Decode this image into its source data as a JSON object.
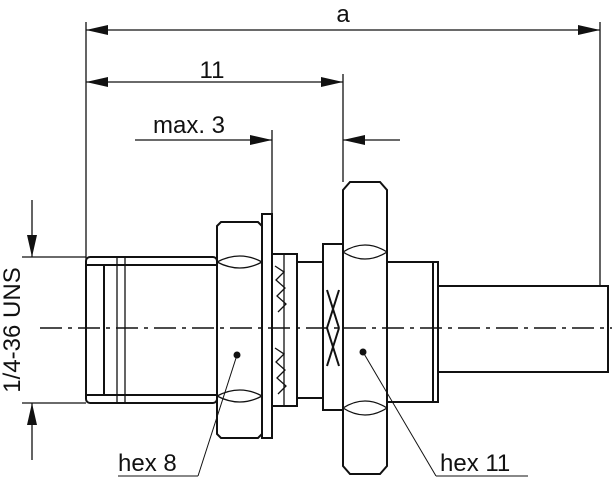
{
  "dimensions": {
    "overall_length": "a",
    "length_to_flange": "11",
    "max_panel_thickness": "max. 3",
    "thread": "1/4-36 UNS"
  },
  "callouts": {
    "small_hex": "hex 8",
    "large_hex": "hex 11"
  }
}
